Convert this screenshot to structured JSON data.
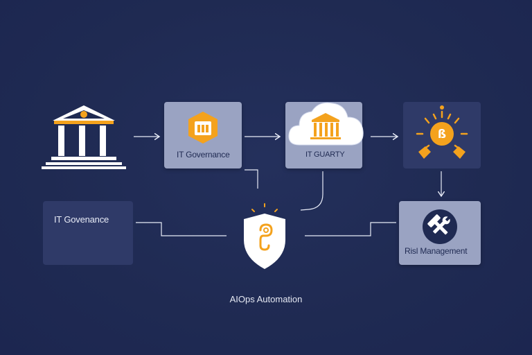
{
  "nodes": {
    "governance_top": {
      "label": "IT Governance"
    },
    "cloud_node": {
      "label": "IT GUARTY"
    },
    "governance_left": {
      "label": "IT Govenance"
    },
    "risk_management": {
      "label": "Risl Management"
    }
  },
  "center": {
    "label": "AIOps Automation"
  },
  "colors": {
    "background": "#1f2a52",
    "card": "#9aa3c2",
    "card_dark": "#2f3a68",
    "accent_orange": "#f4a21d",
    "line": "#e8ecf7"
  },
  "icons": {
    "bank": "bank-icon",
    "hexagon": "hexagon-building-icon",
    "cloud": "cloud-building-icon",
    "sun_badge": "bitcoin-sun-icon",
    "shield": "shield-icon",
    "tools": "hammer-wrench-icon"
  }
}
